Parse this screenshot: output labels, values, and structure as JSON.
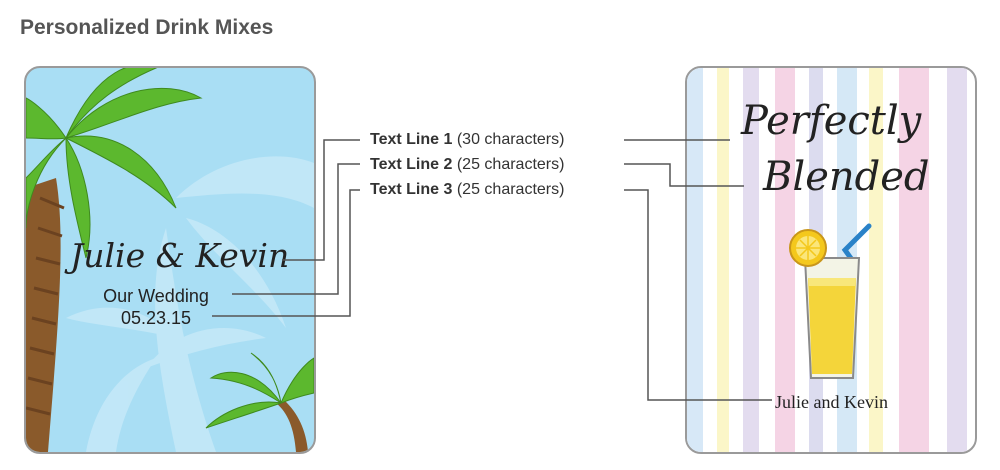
{
  "title": "Personalized Drink Mixes",
  "left_card": {
    "line1": "Julie & Kevin",
    "line2": "Our Wedding",
    "line3": "05.23.15"
  },
  "right_card": {
    "heading_line1": "Perfectly",
    "heading_line2": "Blended",
    "line3": "Julie and Kevin"
  },
  "legend": [
    {
      "name": "Text Line 1",
      "limit": "(30 characters)"
    },
    {
      "name": "Text Line 2",
      "limit": "(25 characters)"
    },
    {
      "name": "Text Line 3",
      "limit": "(25 characters)"
    }
  ],
  "colors": {
    "sky": "#a9def4",
    "palm_leaf": "#5cb82e",
    "palm_trunk": "#8a5a2b",
    "connector": "#555555"
  }
}
